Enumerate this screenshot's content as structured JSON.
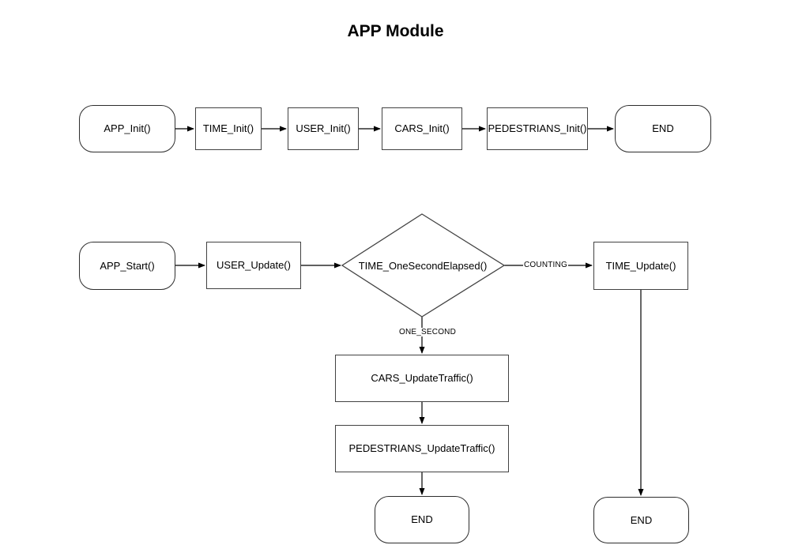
{
  "title": "APP Module",
  "nodes": {
    "app_init": {
      "label": "APP_Init()",
      "shape": "rounded"
    },
    "time_init": {
      "label": "TIME_Init()",
      "shape": "rect"
    },
    "user_init": {
      "label": "USER_Init()",
      "shape": "rect"
    },
    "cars_init": {
      "label": "CARS_Init()",
      "shape": "rect"
    },
    "pedestrians_init": {
      "label": "PEDESTRIANS_Init()",
      "shape": "rect"
    },
    "end_top": {
      "label": "END",
      "shape": "rounded"
    },
    "app_start": {
      "label": "APP_Start()",
      "shape": "rounded"
    },
    "user_update": {
      "label": "USER_Update()",
      "shape": "rect"
    },
    "time_one_second_elapsed": {
      "label": "TIME_OneSecondElapsed()",
      "shape": "diamond"
    },
    "time_update": {
      "label": "TIME_Update()",
      "shape": "rect"
    },
    "cars_update_traffic": {
      "label": "CARS_UpdateTraffic()",
      "shape": "rect"
    },
    "pedestrians_update_traffic": {
      "label": "PEDESTRIANS_UpdateTraffic()",
      "shape": "rect"
    },
    "end_center": {
      "label": "END",
      "shape": "rounded"
    },
    "end_right": {
      "label": "END",
      "shape": "rounded"
    }
  },
  "edge_labels": {
    "counting": "COUNTING",
    "one_second": "ONE_SECOND"
  },
  "colors": {
    "background": "#ffffff",
    "line": "#000000",
    "node_border": "#424242",
    "text": "#000000"
  }
}
